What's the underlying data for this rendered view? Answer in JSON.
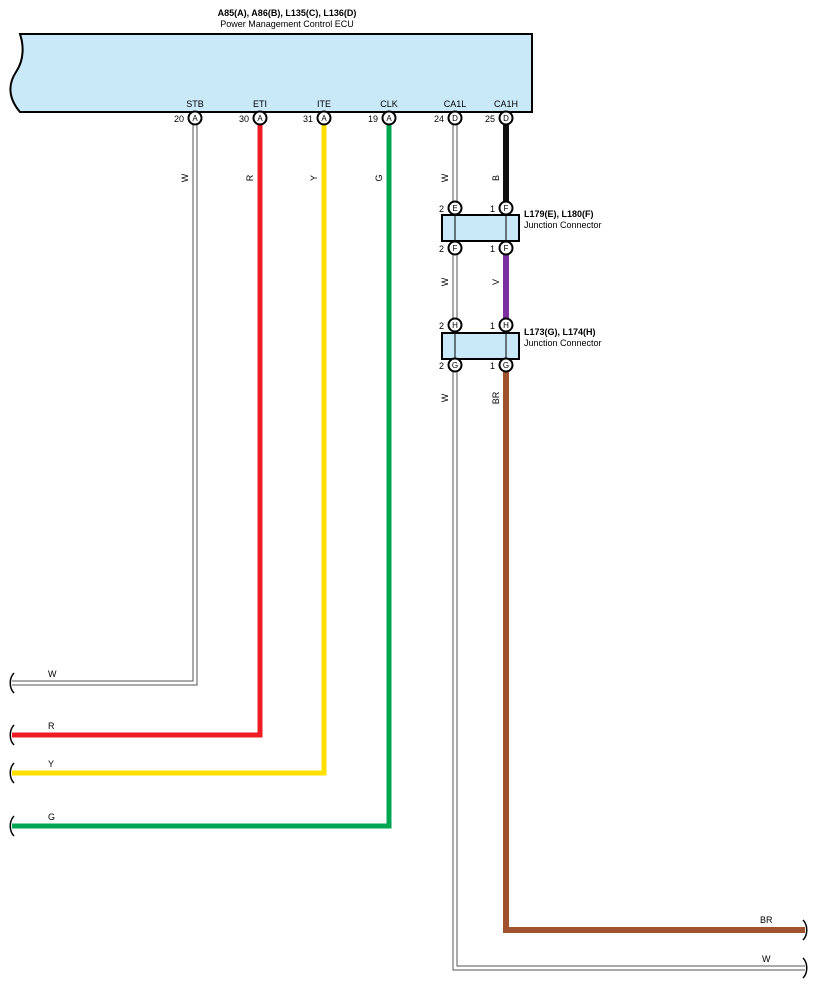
{
  "ecu": {
    "title": "A85(A), A86(B), L135(C), L136(D)",
    "subtitle": "Power Management Control ECU",
    "fill_color": "#c9e8f8",
    "terminals": [
      {
        "name": "STB",
        "pin": "20",
        "conn": "A"
      },
      {
        "name": "ETI",
        "pin": "30",
        "conn": "A"
      },
      {
        "name": "ITE",
        "pin": "31",
        "conn": "A"
      },
      {
        "name": "CLK",
        "pin": "19",
        "conn": "A"
      },
      {
        "name": "CA1L",
        "pin": "24",
        "conn": "D"
      },
      {
        "name": "CA1H",
        "pin": "25",
        "conn": "D"
      }
    ]
  },
  "junction1": {
    "title": "L179(E), L180(F)",
    "subtitle": "Junction Connector",
    "pins": {
      "top_left": {
        "num": "2",
        "conn": "E"
      },
      "top_right": {
        "num": "1",
        "conn": "F"
      },
      "bottom_left": {
        "num": "2",
        "conn": "F"
      },
      "bottom_right": {
        "num": "1",
        "conn": "F"
      }
    }
  },
  "junction2": {
    "title": "L173(G), L174(H)",
    "subtitle": "Junction Connector",
    "pins": {
      "top_left": {
        "num": "2",
        "conn": "H"
      },
      "top_right": {
        "num": "1",
        "conn": "H"
      },
      "bottom_left": {
        "num": "2",
        "conn": "G"
      },
      "bottom_right": {
        "num": "1",
        "conn": "G"
      }
    }
  },
  "wires": {
    "stb": {
      "code": "W",
      "color": "#ffffff",
      "end_label": "W"
    },
    "eti": {
      "code": "R",
      "color": "#ee1c24",
      "end_label": "R"
    },
    "ite": {
      "code": "Y",
      "color": "#ffe000",
      "end_label": "Y"
    },
    "clk": {
      "code": "G",
      "color": "#00a650",
      "end_label": "G"
    },
    "ca1l_a": {
      "code": "W",
      "color": "#ffffff"
    },
    "ca1l_b": {
      "code": "W",
      "color": "#ffffff"
    },
    "ca1l_c": {
      "code": "W",
      "color": "#ffffff",
      "end_label": "W"
    },
    "ca1h_a": {
      "code": "B",
      "color": "#111111"
    },
    "ca1h_b": {
      "code": "V",
      "color": "#7b2fa0"
    },
    "ca1h_c": {
      "code": "BR",
      "color": "#a0522d",
      "end_label": "BR"
    }
  }
}
